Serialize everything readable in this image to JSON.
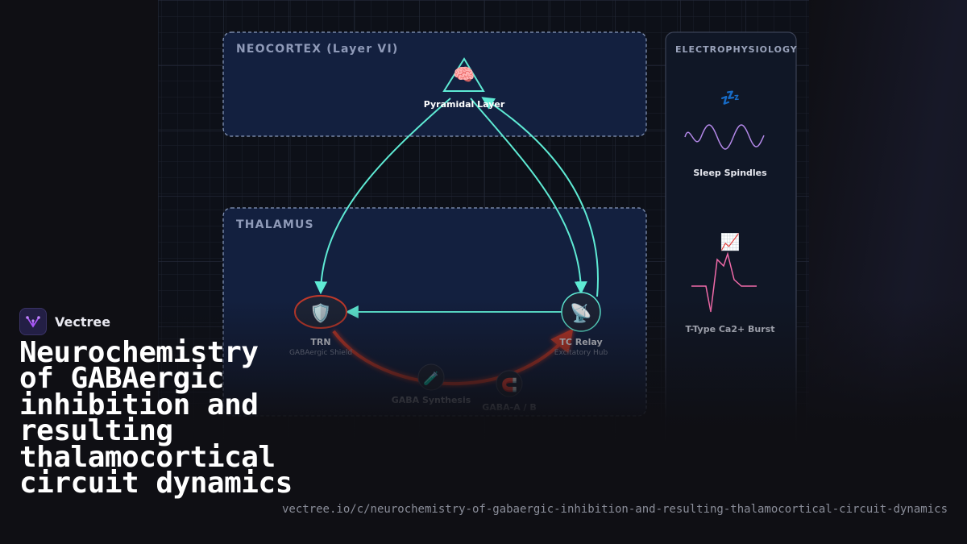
{
  "brand": {
    "name": "Vectree"
  },
  "title": "Neurochemistry of GABAergic inhibition and resulting thalamocortical circuit dynamics",
  "url": "vectree.io/c/neurochemistry-of-gabaergic-inhibition-and-resulting-thalamocortical-circuit-dynamics",
  "diagram": {
    "regions": {
      "neocortex": "NEOCORTEX (Layer VI)",
      "thalamus": "THALAMUS",
      "electrophysiology": "ELECTROPHYSIOLOGY"
    },
    "nodes": {
      "pyramidal": {
        "label": "Pyramidal Layer",
        "icon": "🧠"
      },
      "trn": {
        "label": "TRN",
        "sublabel": "GABAergic Shield",
        "icon": "🛡️"
      },
      "tc_relay": {
        "label": "TC Relay",
        "sublabel": "Excitatory Hub",
        "icon": "📡"
      },
      "gaba_synthesis": {
        "label": "GABA Synthesis",
        "icon": "🧪"
      },
      "gaba_receptors": {
        "label": "GABA-A / B",
        "icon": "🧲"
      }
    },
    "ephys": {
      "spindles": {
        "label": "Sleep Spindles",
        "icon": "💤"
      },
      "burst": {
        "label": "T-Type Ca2+ Burst",
        "icon": "📈"
      }
    },
    "colors": {
      "excitatory": "#5eead4",
      "inhibitory": "#c0392b",
      "spindle_wave": "#b388e8",
      "burst_trace": "#f06aa8",
      "region_border": "#8a9bbd",
      "region_fill": "#13203f"
    }
  }
}
